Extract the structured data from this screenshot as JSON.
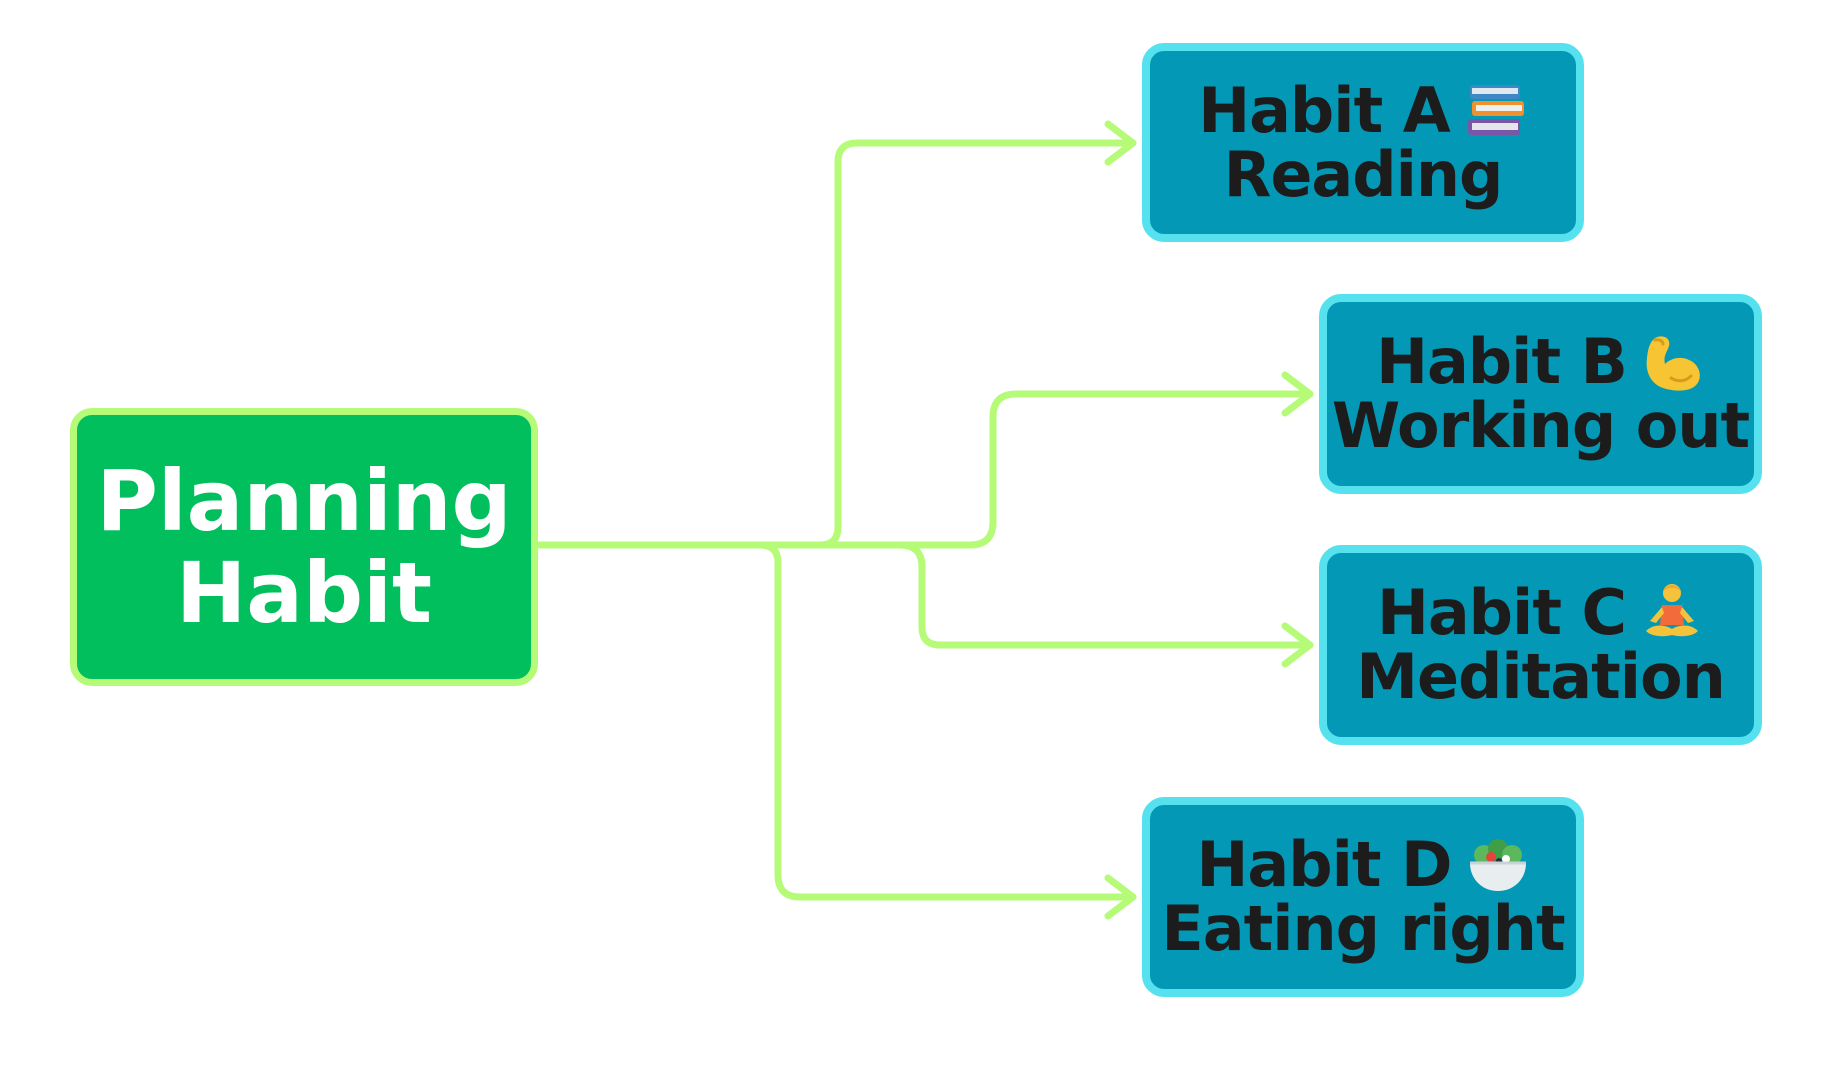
{
  "root": {
    "line1": "Planning",
    "line2": "Habit"
  },
  "habits": [
    {
      "title": "Habit A",
      "name": "Reading",
      "icon": "books-icon"
    },
    {
      "title": "Habit B",
      "name": "Working out",
      "icon": "flexed-biceps-icon"
    },
    {
      "title": "Habit C",
      "name": "Meditation",
      "icon": "person-meditating-icon"
    },
    {
      "title": "Habit D",
      "name": "Eating right",
      "icon": "salad-bowl-icon"
    }
  ],
  "colors": {
    "root_fill": "#02bf5e",
    "root_border": "#b6fb77",
    "connector": "#b6fb77",
    "habit_fill": "#0399b6",
    "habit_border": "#55e1ee",
    "habit_text": "#1c1c1c",
    "root_text": "#ffffff"
  }
}
